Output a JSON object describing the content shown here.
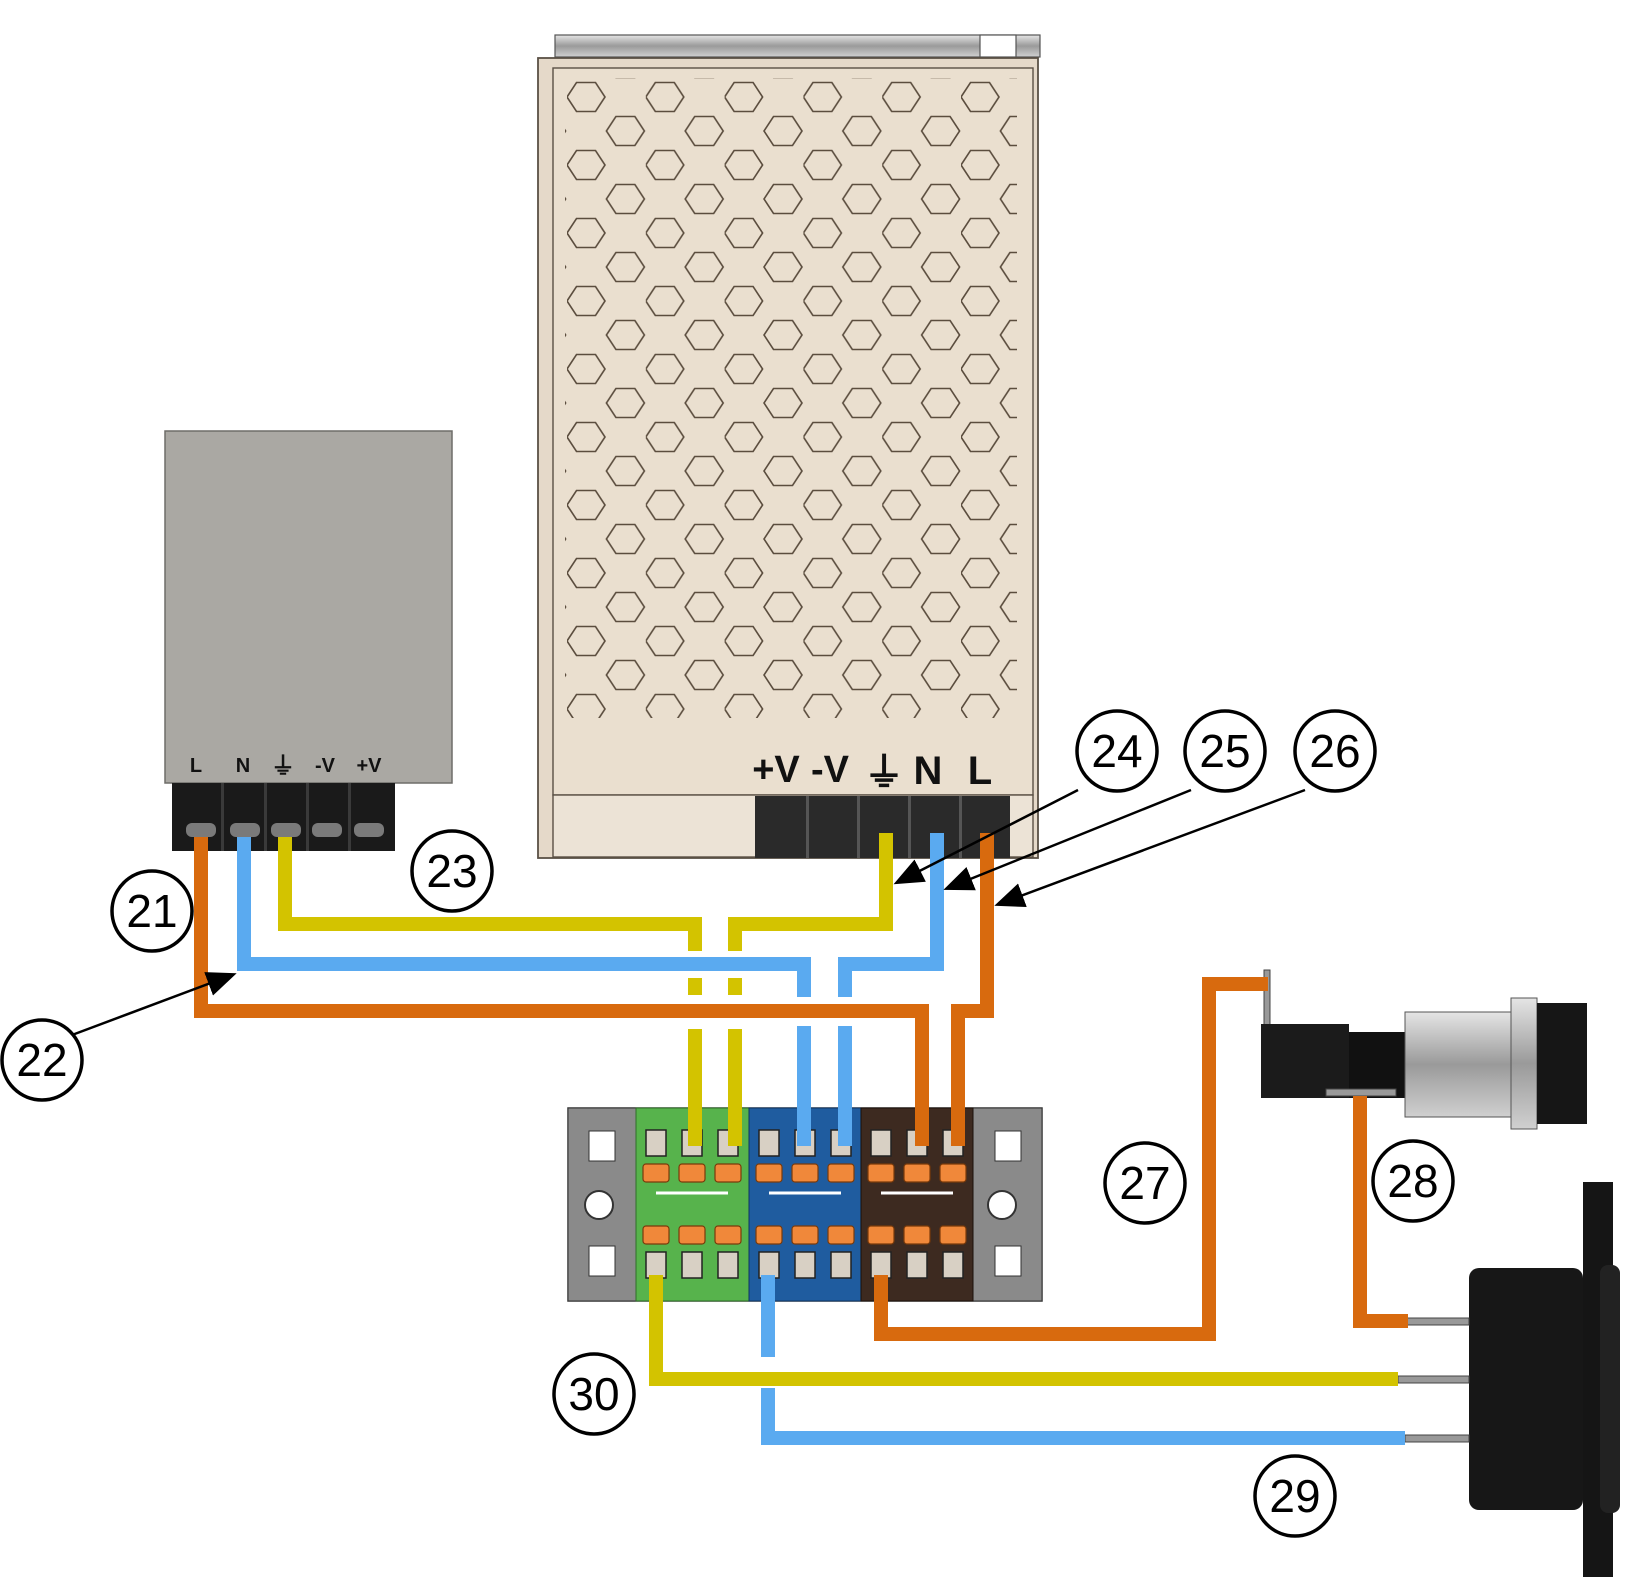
{
  "small_psu": {
    "terminal_labels": [
      "L",
      "N",
      "⏚",
      "-V",
      "+V"
    ]
  },
  "large_psu": {
    "terminal_labels": [
      "+V",
      "-V",
      "⏚",
      "N",
      "L"
    ]
  },
  "callouts": [
    {
      "id": "21",
      "label": "21"
    },
    {
      "id": "22",
      "label": "22"
    },
    {
      "id": "23",
      "label": "23"
    },
    {
      "id": "24",
      "label": "24"
    },
    {
      "id": "25",
      "label": "25"
    },
    {
      "id": "26",
      "label": "26"
    },
    {
      "id": "27",
      "label": "27"
    },
    {
      "id": "28",
      "label": "28"
    },
    {
      "id": "29",
      "label": "29"
    },
    {
      "id": "30",
      "label": "30"
    }
  ],
  "colors": {
    "live_wire": "#d86a0e",
    "neutral_wire": "#5aaaf0",
    "earth_wire": "#d3c300",
    "psu_small_body": "#aaa8a3",
    "psu_large_body": "#eadfcf",
    "terminal_green": "#57b34c",
    "terminal_blue": "#1f5c9f",
    "terminal_brown": "#3d2a20"
  }
}
